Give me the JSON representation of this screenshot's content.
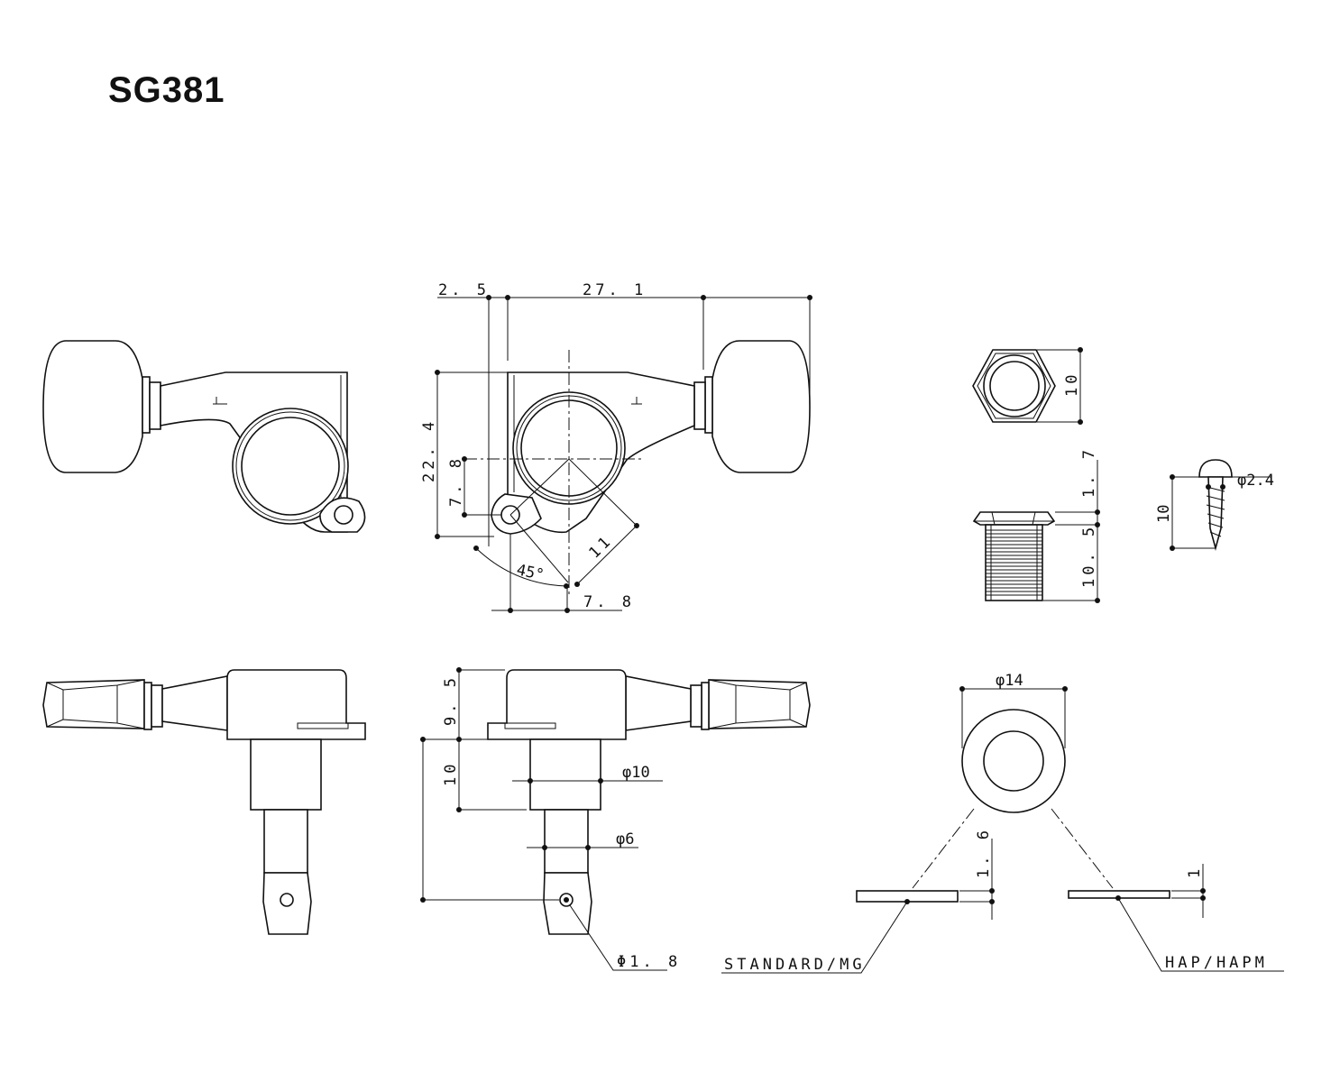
{
  "title": "SG381",
  "dims": {
    "d_2_5": "2. 5",
    "d_27_1": "27. 1",
    "d_22_4": "22. 4",
    "d_7_8_v": "7. 8",
    "d_7_8_h": "7. 8",
    "d_11": "11",
    "d_45": "45°",
    "nut_10": "10",
    "bush_1_7": "1. 7",
    "bush_10_5": "10. 5",
    "screw_10": "10",
    "screw_dia": "φ2.4",
    "d_9_5": "9. 5",
    "d_10_v": "10",
    "post_dia10": "φ10",
    "post_dia6": "φ6",
    "hole_dia": "Φ1. 8",
    "washer_dia": "φ14",
    "washer_1_6": "1. 6",
    "washer_1": "1",
    "label_standard": "STANDARD/MG",
    "label_hap": "HAP/HAPM"
  }
}
